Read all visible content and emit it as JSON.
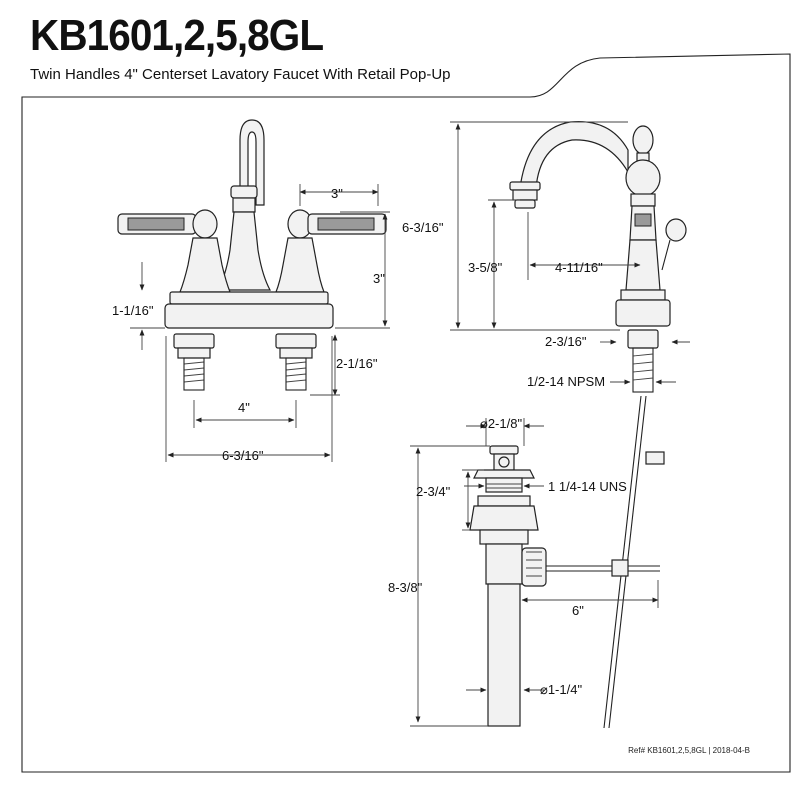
{
  "header": {
    "model": "KB1601,2,5,8GL",
    "description": "Twin Handles 4\" Centerset Lavatory Faucet With Retail Pop-Up"
  },
  "front_view": {
    "dims": {
      "handle_spacing": "3\"",
      "height": "3\"",
      "base_height": "1-1/16\"",
      "shank_length": "2-1/16\"",
      "shank_spacing": "4\"",
      "overall_width": "6-3/16\""
    }
  },
  "side_view": {
    "dims": {
      "overall_height": "6-3/16\"",
      "spout_height": "3-5/8\"",
      "spout_reach": "4-11/16\"",
      "base_width": "2-3/16\"",
      "thread": "1/2-14 NPSM"
    }
  },
  "drain_view": {
    "dims": {
      "flange_dia": "⌀2-1/8\"",
      "flange_height": "2-3/4\"",
      "thread": "1 1/4-14 UNS",
      "total_length": "8-3/8\"",
      "rod_length": "6\"",
      "tail_dia": "⌀1-1/4\""
    }
  },
  "footer": {
    "ref": "Ref# KB1601,2,5,8GL | 2018-04-B"
  }
}
